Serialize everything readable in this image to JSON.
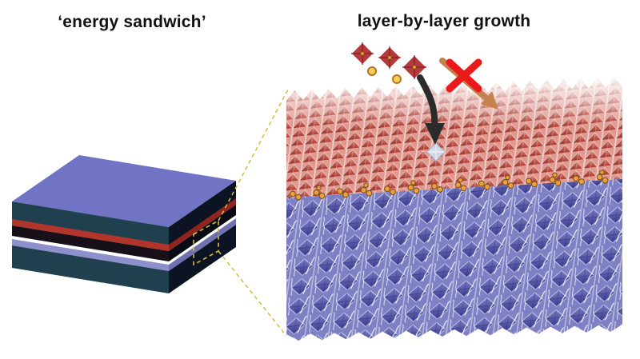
{
  "figure": {
    "left_title": "‘energy sandwich’",
    "right_title": "layer-by-layer growth"
  },
  "left_panel": {
    "type": "3d-layer-stack",
    "layer_count": 3,
    "layers": [
      {
        "position": "top",
        "top_color": "#7173c4",
        "front_color": "#20404f",
        "side_color": "#0c1322"
      },
      {
        "position": "middle-thin",
        "top_color": "#b2352b",
        "front_color": "#181019",
        "side_color": "#0a0a14"
      },
      {
        "position": "bottom",
        "top_color": "#8e90cc",
        "front_color": "#20404f",
        "side_color": "#0c1322"
      }
    ],
    "highlight_box_color": "#d2bd3c"
  },
  "right_panel": {
    "top_lattice_color": "#c0392b",
    "bottom_lattice_color": "#4b4d9e",
    "interface_dot_color": "#e8a33d",
    "incoming_octahedra_count": 3,
    "incoming_octahedra_color": "#b43a3c",
    "free_ion_count": 2,
    "deposit_arrow_color": "#2b2b2b",
    "rejected_arrow_color": "#c5824e",
    "x_mark_color": "#ea1a1a",
    "landing_site_color": "#d4e4f4"
  },
  "colors": {
    "slab_top": "#7173c4",
    "slab_front": "#20404f",
    "slab_side": "#0c1322",
    "red_layer_top": "#b2352b",
    "red_layer_front": "#181019",
    "red_layer_side": "#0a0a14",
    "lavender_top": "#8e90cc",
    "dashed": "#d2bd3c",
    "deposit_arrow": "#2b2b2b",
    "reject_arrow": "#c5824e",
    "x_mark": "#ea1a1a",
    "incoming_octa": "#b43a3c",
    "ion": "#e8a33d"
  }
}
